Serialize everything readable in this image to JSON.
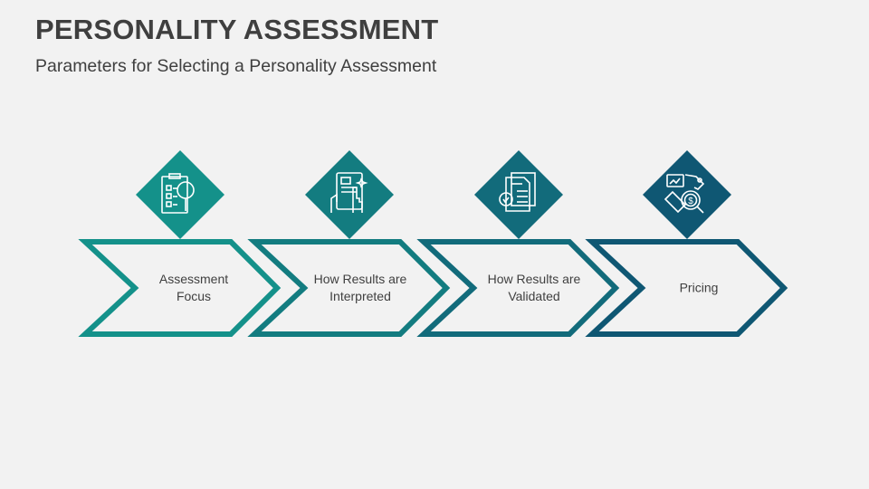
{
  "header": {
    "title": "PERSONALITY ASSESSMENT",
    "subtitle": "Parameters for Selecting a Personality Assessment"
  },
  "steps": [
    {
      "label_line1": "Assessment",
      "label_line2": "Focus",
      "icon": "checklist-magnifier-icon",
      "color": "#14918a"
    },
    {
      "label_line1": "How Results are",
      "label_line2": "Interpreted",
      "icon": "tablet-hand-icon",
      "color": "#137c80"
    },
    {
      "label_line1": "How Results are",
      "label_line2": "Validated",
      "icon": "document-check-icon",
      "color": "#126b7b"
    },
    {
      "label_line1": "Pricing",
      "label_line2": "",
      "icon": "pricing-dollar-icon",
      "color": "#0f5773"
    }
  ]
}
